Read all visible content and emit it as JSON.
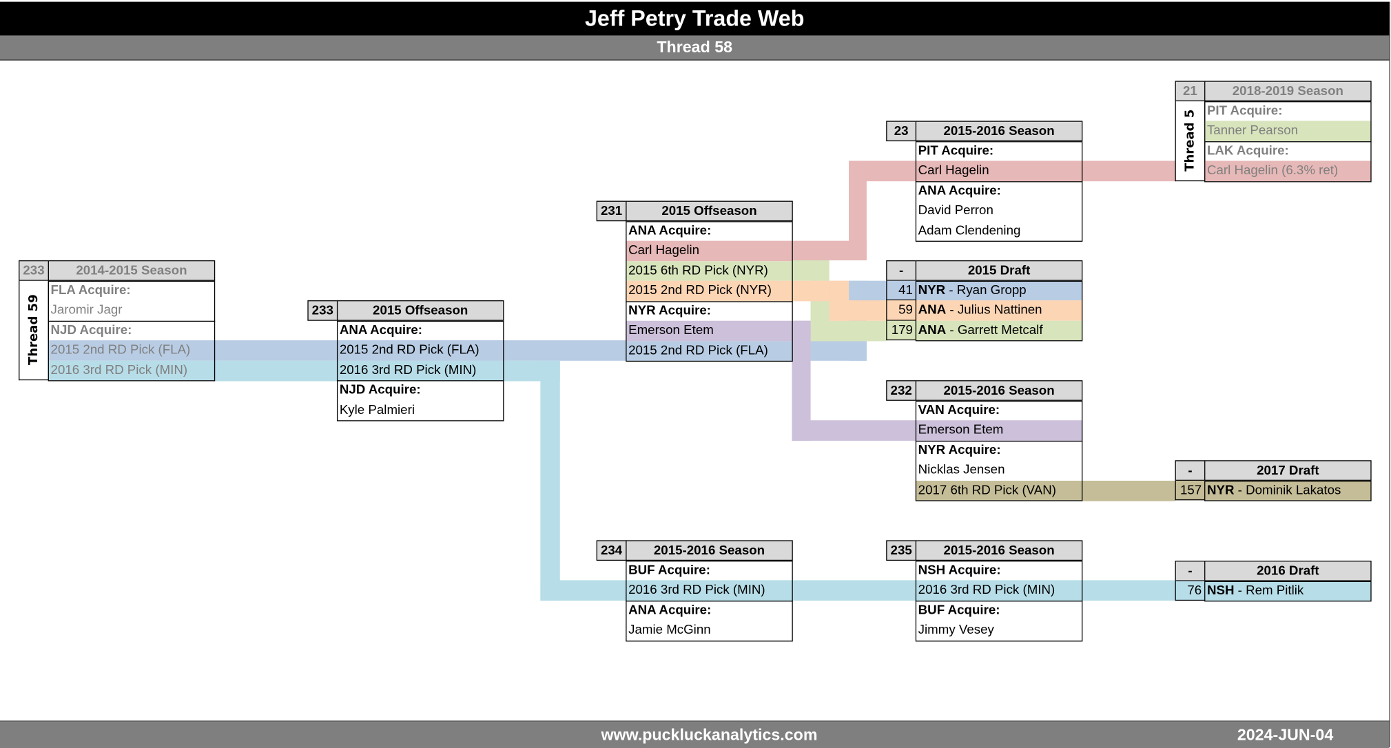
{
  "header": {
    "title": "Jeff Petry Trade Web",
    "subtitle": "Thread 58"
  },
  "footer": {
    "url": "www.puckluckanalytics.com",
    "date": "2024-JUN-04"
  },
  "colors": {
    "blue": "#b8cce4",
    "teal": "#b7dde8",
    "red": "#e6b8b7",
    "green": "#d8e4bc",
    "orange": "#fcd5b4",
    "purple": "#ccc0da",
    "tan": "#c4bd97",
    "header": "#d9d9d9"
  },
  "boxes": [
    {
      "id": "a",
      "num": "233",
      "title": "2014-2015 Season",
      "grey": true,
      "thread": "Thread 59",
      "rows": [
        {
          "text": "FLA Acquire:",
          "label": true
        },
        {
          "text": "Jaromir Jagr"
        },
        {
          "text": "NJD Acquire:",
          "label": true
        },
        {
          "text": "2015 2nd RD Pick (FLA)",
          "color": "blue"
        },
        {
          "text": "2016 3rd RD Pick (MIN)",
          "color": "teal"
        }
      ]
    },
    {
      "id": "b",
      "num": "233",
      "title": "2015 Offseason",
      "rows": [
        {
          "text": "ANA Acquire:",
          "label": true
        },
        {
          "text": "2015 2nd RD Pick (FLA)",
          "color": "blue"
        },
        {
          "text": "2016 3rd RD Pick (MIN)",
          "color": "teal"
        },
        {
          "text": "NJD Acquire:",
          "label": true
        },
        {
          "text": "Kyle Palmieri"
        }
      ]
    },
    {
      "id": "c",
      "num": "231",
      "title": "2015 Offseason",
      "rows": [
        {
          "text": "ANA Acquire:",
          "label": true
        },
        {
          "text": "Carl Hagelin",
          "color": "red"
        },
        {
          "text": "2015 6th RD Pick (NYR)",
          "color": "green"
        },
        {
          "text": "2015 2nd RD Pick (NYR)",
          "color": "orange"
        },
        {
          "text": "NYR Acquire:",
          "label": true
        },
        {
          "text": "Emerson Etem",
          "color": "purple"
        },
        {
          "text": "2015 2nd RD Pick (FLA)",
          "color": "blue"
        }
      ]
    },
    {
      "id": "d",
      "num": "23",
      "title": "2015-2016 Season",
      "rows": [
        {
          "text": "PIT Acquire:",
          "label": true
        },
        {
          "text": "Carl Hagelin",
          "color": "red"
        },
        {
          "text": "ANA Acquire:",
          "label": true
        },
        {
          "text": "David Perron"
        },
        {
          "text": "Adam Clendening"
        }
      ]
    },
    {
      "id": "e",
      "num": "-",
      "title": "2015 Draft",
      "draft": true,
      "rows": [
        {
          "pick": "41",
          "team": "NYR",
          "name": " - Ryan Gropp",
          "color": "blue"
        },
        {
          "pick": "59",
          "team": "ANA",
          "name": " - Julius Nattinen",
          "color": "orange"
        },
        {
          "pick": "179",
          "team": "ANA",
          "name": " - Garrett Metcalf",
          "color": "green"
        }
      ]
    },
    {
      "id": "f",
      "num": "232",
      "title": "2015-2016 Season",
      "rows": [
        {
          "text": "VAN Acquire:",
          "label": true
        },
        {
          "text": "Emerson Etem",
          "color": "purple"
        },
        {
          "text": "NYR Acquire:",
          "label": true
        },
        {
          "text": "Nicklas Jensen"
        },
        {
          "text": "2017 6th RD Pick (VAN)",
          "color": "tan"
        }
      ]
    },
    {
      "id": "g",
      "num": "-",
      "title": "2017 Draft",
      "draft": true,
      "rows": [
        {
          "pick": "157",
          "team": "NYR",
          "name": " - Dominik Lakatos",
          "color": "tan"
        }
      ]
    },
    {
      "id": "h",
      "num": "21",
      "title": "2018-2019 Season",
      "grey": true,
      "thread": "Thread 5",
      "rows": [
        {
          "text": "PIT Acquire:",
          "label": true
        },
        {
          "text": "Tanner Pearson",
          "color": "green"
        },
        {
          "text": "LAK Acquire:",
          "label": true
        },
        {
          "text": "Carl Hagelin (6.3% ret)",
          "color": "red"
        }
      ]
    },
    {
      "id": "i",
      "num": "234",
      "title": "2015-2016 Season",
      "rows": [
        {
          "text": "BUF Acquire:",
          "label": true
        },
        {
          "text": "2016 3rd RD Pick (MIN)",
          "color": "teal"
        },
        {
          "text": "ANA Acquire:",
          "label": true
        },
        {
          "text": "Jamie McGinn"
        }
      ]
    },
    {
      "id": "j",
      "num": "235",
      "title": "2015-2016 Season",
      "rows": [
        {
          "text": "NSH Acquire:",
          "label": true
        },
        {
          "text": "2016 3rd RD Pick (MIN)",
          "color": "teal"
        },
        {
          "text": "BUF Acquire:",
          "label": true
        },
        {
          "text": "Jimmy Vesey"
        }
      ]
    },
    {
      "id": "k",
      "num": "-",
      "title": "2016 Draft",
      "draft": true,
      "rows": [
        {
          "pick": "76",
          "team": "NSH",
          "name": " - Rem Pitlik",
          "color": "teal"
        }
      ]
    }
  ]
}
